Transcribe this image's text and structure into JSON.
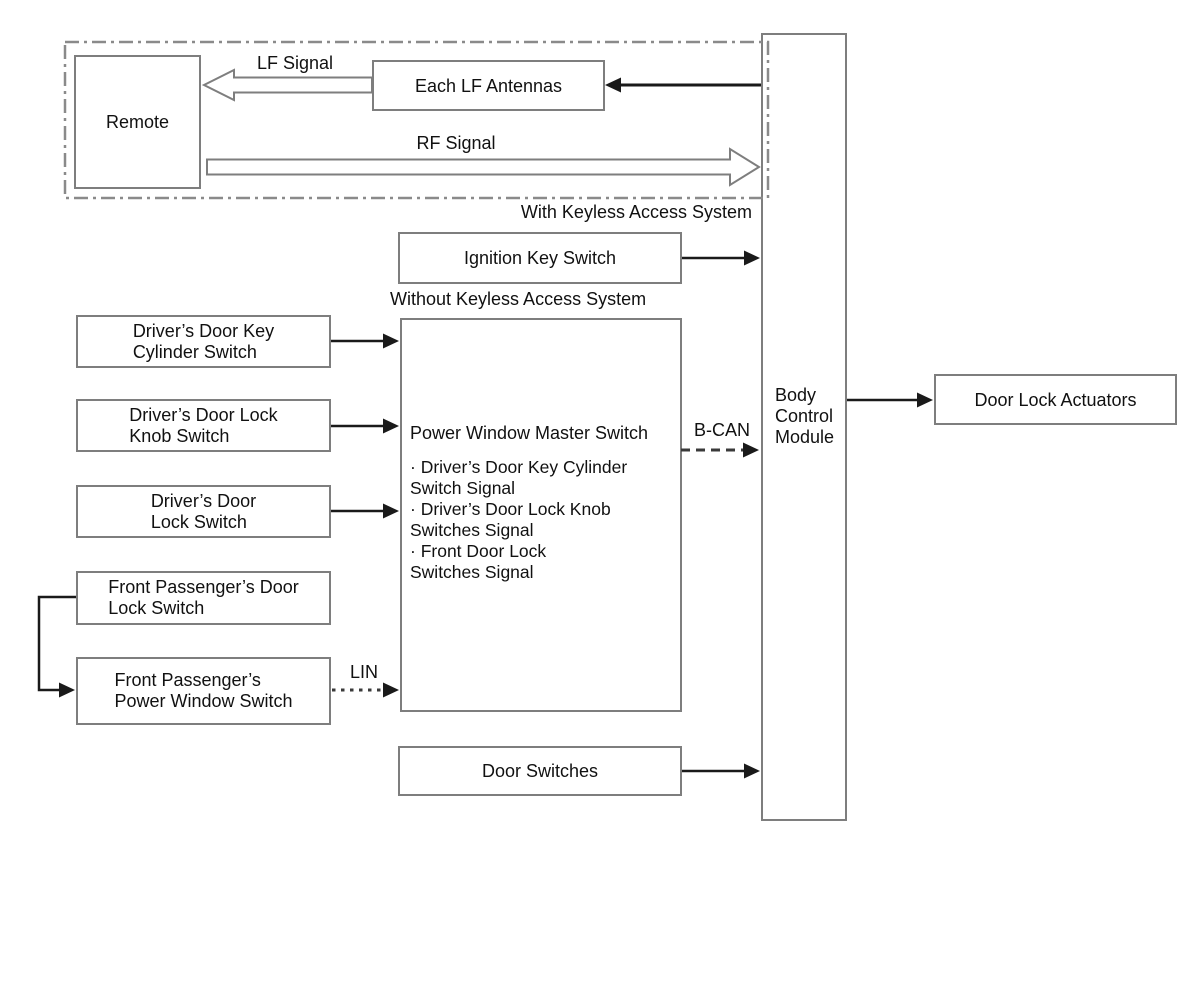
{
  "frame": {
    "label": "With Keyless Access System"
  },
  "labels": {
    "lf_signal": "LF Signal",
    "rf_signal": "RF Signal",
    "without_keyless": "Without Keyless Access System",
    "b_can": "B-CAN",
    "lin": "LIN"
  },
  "boxes": {
    "remote": "Remote",
    "each_lf_antennas": "Each LF Antennas",
    "ignition_key_switch": "Ignition Key Switch",
    "drivers_door_key_cylinder_switch": "Driver’s Door Key\nCylinder Switch",
    "drivers_door_lock_knob_switch": "Driver’s Door Lock\nKnob Switch",
    "drivers_door_lock_switch": "Driver’s Door\nLock Switch",
    "front_passengers_door_lock_switch": "Front Passenger’s Door\nLock Switch",
    "front_passengers_power_window_switch": "Front Passenger’s\nPower Window Switch",
    "power_window_master_switch": {
      "title": "Power Window Master Switch",
      "signals": [
        "· Driver’s Door Key Cylinder\nSwitch Signal",
        "· Driver’s Door Lock Knob\nSwitches Signal",
        "· Front Door Lock\nSwitches Signal"
      ]
    },
    "door_switches": "Door Switches",
    "body_control_module": "Body\nControl\nModule",
    "door_lock_actuators": "Door Lock Actuators"
  }
}
